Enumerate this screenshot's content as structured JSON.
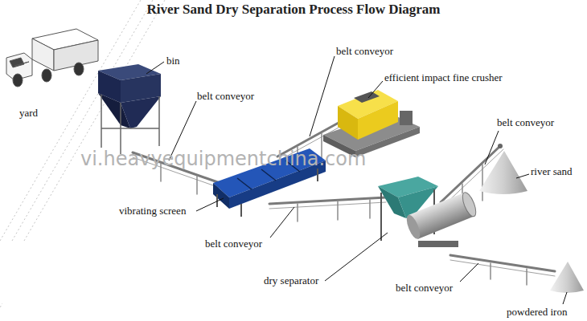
{
  "diagram": {
    "title": "River Sand Dry Separation Process Flow Diagram",
    "labels": [
      "belt conveyor",
      "bin",
      "efficient impact fine crusher",
      "belt conveyor",
      "yard",
      "belt conveyor",
      "vi.heavyequipmentchina.com",
      "river sand",
      "vibrating screen",
      "belt conveyor",
      "dry separator",
      "belt conveyor",
      "powdered iron"
    ]
  }
}
